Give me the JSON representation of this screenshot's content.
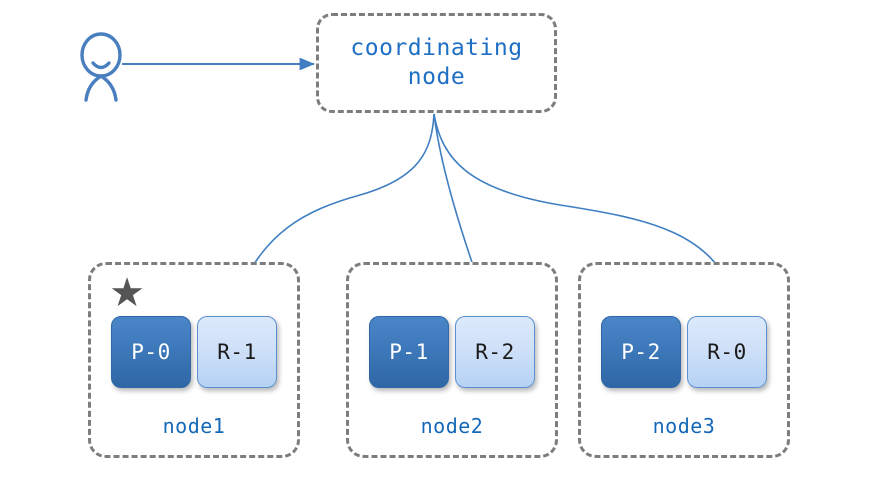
{
  "diagram": {
    "title_text": "coordinating\nnode",
    "accent_blue": "#1f6fc4",
    "label_blue": "#1568b8",
    "border_gray": "#7d7d7d",
    "star_gray": "#555555",
    "primary_fill": "#3d79ba",
    "replica_fill": "#cfe0f8",
    "arrow_color": "#3f7fc1"
  },
  "client": {
    "icon": "person-icon",
    "request_arrow": "client-request-arrow"
  },
  "coordinating_node": {
    "label": "coordinating\nnode"
  },
  "nodes": [
    {
      "id": "node1",
      "caption": "node1",
      "has_star": true,
      "star_glyph": "★",
      "shards": [
        {
          "label": "P-0",
          "kind": "primary"
        },
        {
          "label": "R-1",
          "kind": "replica"
        }
      ]
    },
    {
      "id": "node2",
      "caption": "node2",
      "has_star": false,
      "star_glyph": "",
      "shards": [
        {
          "label": "P-1",
          "kind": "primary"
        },
        {
          "label": "R-2",
          "kind": "replica"
        }
      ]
    },
    {
      "id": "node3",
      "caption": "node3",
      "has_star": false,
      "star_glyph": "",
      "shards": [
        {
          "label": "P-2",
          "kind": "primary"
        },
        {
          "label": "R-0",
          "kind": "replica"
        }
      ]
    }
  ],
  "edges": [
    {
      "from": "coordinating-node",
      "to": "R-1"
    },
    {
      "from": "coordinating-node",
      "to": "R-2"
    },
    {
      "from": "coordinating-node",
      "to": "R-0"
    }
  ]
}
